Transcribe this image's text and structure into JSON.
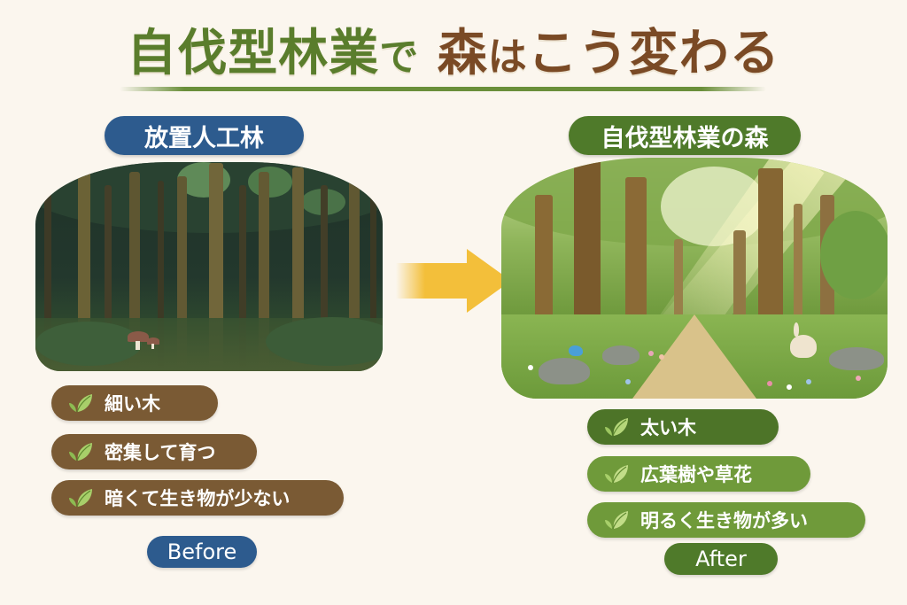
{
  "title": {
    "part1": "自伐型林業",
    "part2": "で",
    "part3": "森",
    "part4": "は",
    "part5": "こう変わる",
    "colors": {
      "green": "#5a7d2c",
      "brown": "#7a4a25"
    }
  },
  "left_panel": {
    "header": "放置人工林",
    "header_color": "#2d5b8e",
    "image_description": "dark, dense planted conifer forest with thin trees and mushrooms",
    "features": [
      {
        "icon": "leaf-icon",
        "label": "細い木"
      },
      {
        "icon": "leaf-icon",
        "label": "密集して育つ"
      },
      {
        "icon": "leaf-icon",
        "label": "暗くて生き物が少ない"
      }
    ],
    "feature_color": "#7a5a34",
    "tag": "Before"
  },
  "arrow": {
    "icon": "arrow-right-icon",
    "color": "#f3bf3a"
  },
  "right_panel": {
    "header": "自伐型林業の森",
    "header_color": "#4f7a2a",
    "image_description": "bright sunlit mixed forest with thick trees, path, flowers, bird and rabbit",
    "features": [
      {
        "icon": "leaf-icon",
        "label": "太い木"
      },
      {
        "icon": "leaf-icon",
        "label": "広葉樹や草花"
      },
      {
        "icon": "leaf-icon",
        "label": "明るく生き物が多い"
      }
    ],
    "feature_colors": [
      "#4d7428",
      "#6f9a3a",
      "#6f9a3a"
    ],
    "tag": "After"
  }
}
